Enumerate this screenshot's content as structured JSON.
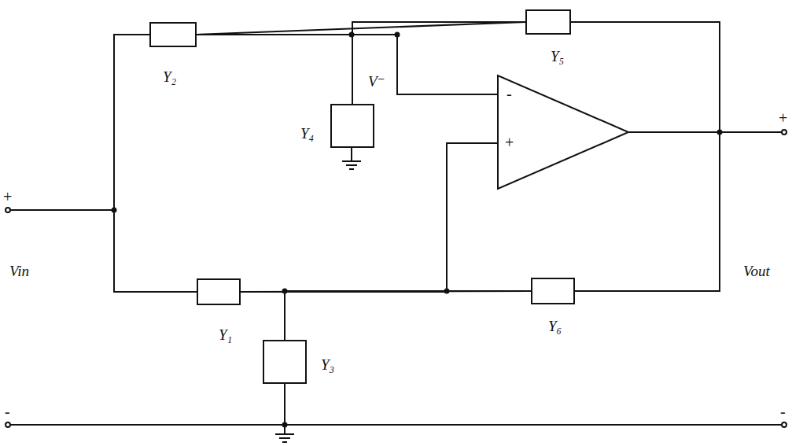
{
  "diagram": {
    "nodes": [
      {
        "text": [
          "Y₂"
        ]
      },
      {
        "text": [
          "Y₄"
        ]
      },
      {
        "text": [
          "Y₅"
        ]
      },
      {
        "text": [
          "-",
          "+"
        ]
      },
      {
        "text": [
          "Y₁"
        ]
      },
      {
        "text": [
          "Y₃"
        ]
      },
      {
        "text": [
          "Y₆"
        ]
      }
    ],
    "edges": [
      {
        "from": 0,
        "to": 1,
        "arrow": "none"
      },
      {
        "from": 0,
        "to": 2,
        "arrow": "none"
      },
      {
        "from": 0,
        "to": 3,
        "arrow": "none"
      },
      {
        "from": 1,
        "to": 2,
        "arrow": "none"
      },
      {
        "from": 1,
        "to": 3,
        "arrow": "none"
      },
      {
        "from": 2,
        "to": 3,
        "arrow": "none"
      },
      {
        "from": 4,
        "to": 0,
        "arrow": "none"
      },
      {
        "from": 4,
        "to": 5,
        "arrow": "none"
      },
      {
        "from": 4,
        "to": 3,
        "arrow": "none"
      },
      {
        "from": 4,
        "to": 6,
        "arrow": "none"
      },
      {
        "from": 5,
        "to": 3,
        "arrow": "none"
      },
      {
        "from": 5,
        "to": 6,
        "arrow": "none"
      },
      {
        "from": 6,
        "to": 3,
        "arrow": "none"
      }
    ],
    "labels": [
      "+",
      "-",
      "Vin",
      "V⁻",
      "+",
      "-",
      "Vout"
    ]
  }
}
